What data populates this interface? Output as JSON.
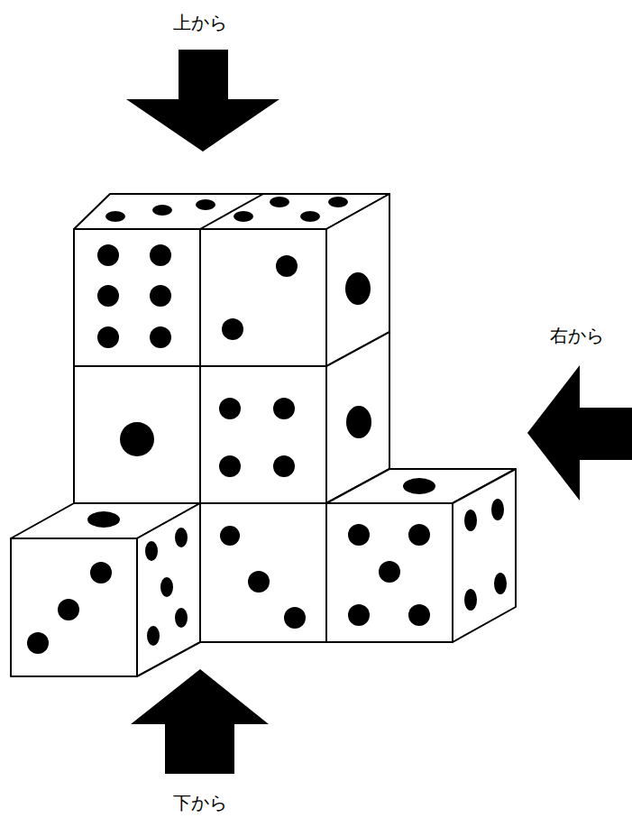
{
  "diagram": {
    "labels": [
      "上から",
      "右から",
      "下から"
    ]
  }
}
